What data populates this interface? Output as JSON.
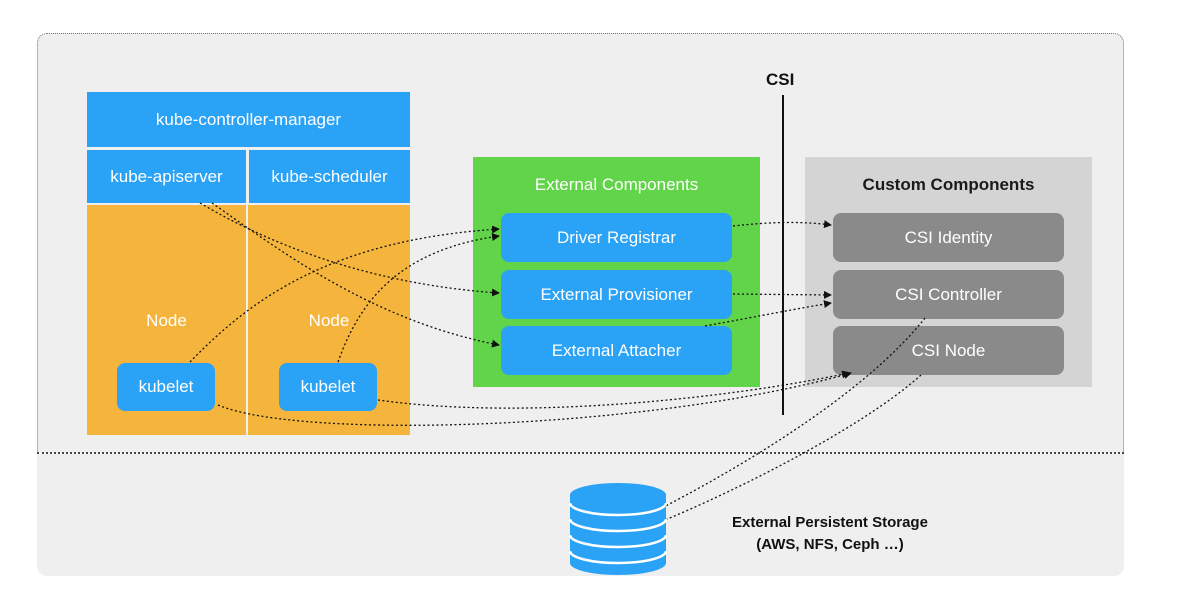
{
  "control_plane": {
    "controller_manager": "kube-controller-manager",
    "apiserver": "kube-apiserver",
    "scheduler": "kube-scheduler"
  },
  "nodes": [
    {
      "label": "Node",
      "kubelet": "kubelet"
    },
    {
      "label": "Node",
      "kubelet": "kubelet"
    }
  ],
  "external_components": {
    "title": "External Components",
    "items": [
      "Driver Registrar",
      "External Provisioner",
      "External Attacher"
    ]
  },
  "csi_label": "CSI",
  "custom_components": {
    "title": "Custom Components",
    "items": [
      "CSI Identity",
      "CSI Controller",
      "CSI Node"
    ]
  },
  "storage": {
    "title": "External Persistent Storage",
    "subtitle": "(AWS, NFS, Ceph …)"
  },
  "colors": {
    "blue": "#2aa2f5",
    "orange": "#f5b43c",
    "green": "#62d449",
    "gray_panel": "#d4d4d4",
    "gray_box": "#8a8a8a",
    "background_panel": "#efefef"
  }
}
